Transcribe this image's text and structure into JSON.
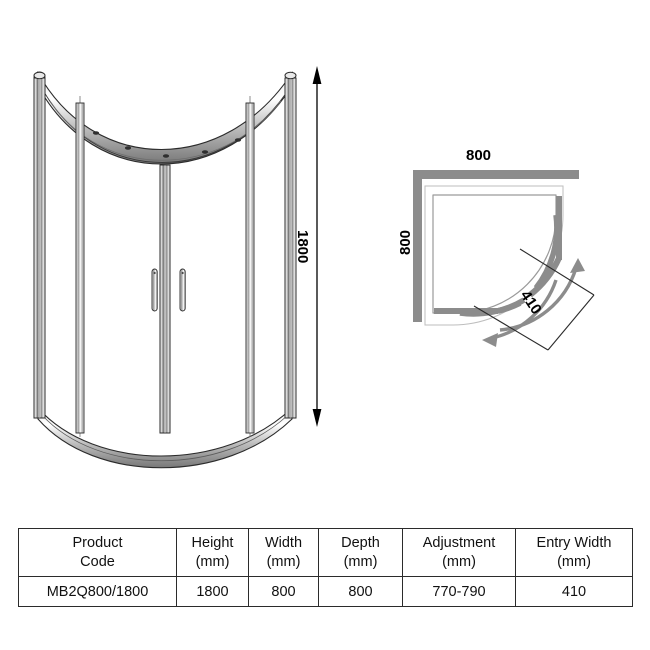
{
  "document": {
    "type": "technical-drawing",
    "subject": "Quadrant shower enclosure with sliding doors",
    "views": [
      "front-elevation",
      "plan-view"
    ]
  },
  "elevation": {
    "name": "front-elevation",
    "dimension": {
      "label": "1800",
      "unit": "mm",
      "orientation": "vertical",
      "description": "overall height"
    },
    "features": {
      "door_count": 2,
      "handle_count": 2,
      "post_count": 3,
      "header_rail": "curved",
      "bottom_rail": "curved"
    }
  },
  "plan": {
    "name": "plan-view",
    "width": {
      "label": "800",
      "unit": "mm",
      "orientation": "horizontal"
    },
    "depth": {
      "label": "800",
      "unit": "mm",
      "orientation": "vertical"
    },
    "entry": {
      "label": "410",
      "unit": "mm",
      "orientation": "diagonal",
      "description": "entry width across door opening"
    },
    "arrows": {
      "count": 2,
      "description": "sliding door travel direction",
      "color": "#8c8c8c"
    },
    "wall_color": "#8c8c8c",
    "tray_outline_color": "#9a9a9a"
  },
  "table": {
    "name": "product-specification-table",
    "headers": [
      {
        "line1": "Product",
        "line2": "Code"
      },
      {
        "line1": "Height",
        "line2": "(mm)"
      },
      {
        "line1": "Width",
        "line2": "(mm)"
      },
      {
        "line1": "Depth",
        "line2": "(mm)"
      },
      {
        "line1": "Adjustment",
        "line2": "(mm)"
      },
      {
        "line1": "Entry Width",
        "line2": "(mm)"
      }
    ],
    "rows": [
      {
        "product_code": "MB2Q800/1800",
        "height": "1800",
        "width": "800",
        "depth": "800",
        "adjustment": "770-790",
        "entry_width": "410"
      }
    ]
  },
  "colors": {
    "line": "#2b2b2b",
    "metal_light": "#f2f2f2",
    "metal_mid": "#b9b9b9",
    "metal_dark": "#6e6e6e",
    "gray_wall": "#8c8c8c",
    "background": "#ffffff"
  }
}
